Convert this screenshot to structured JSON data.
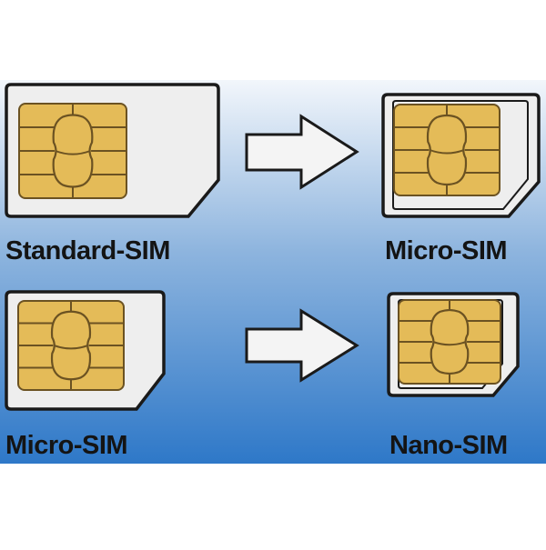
{
  "background": {
    "top_color": "#f2f6fb",
    "mid_color": "#8db4de",
    "bottom_color": "#2e78c8",
    "page_color": "#ffffff"
  },
  "card_color": "#eeeeee",
  "card_border_color": "#1a1a1a",
  "chip": {
    "fill": "#e4bb58",
    "line": "#6b5222"
  },
  "arrow": {
    "fill": "#f4f4f4",
    "stroke": "#1a1a1a",
    "icon": "right-arrow-icon"
  },
  "rows": [
    {
      "from_label": "Standard-SIM",
      "to_label": "Micro-SIM"
    },
    {
      "from_label": "Micro-SIM",
      "to_label": "Nano-SIM"
    }
  ]
}
